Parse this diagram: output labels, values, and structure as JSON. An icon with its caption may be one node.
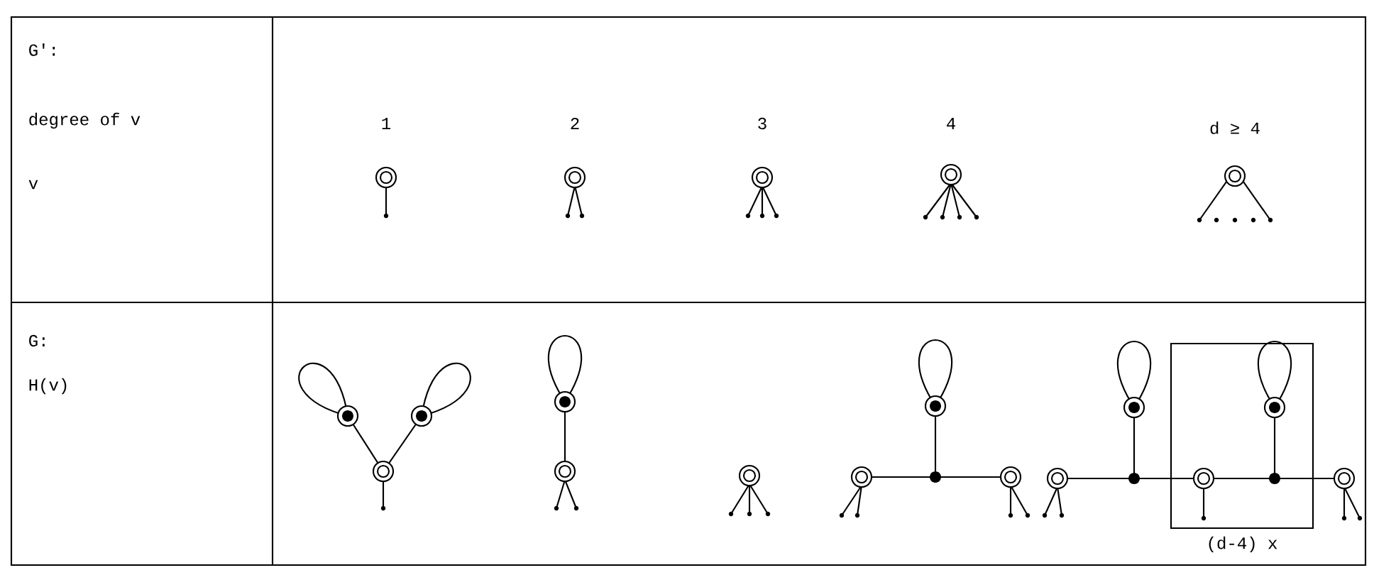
{
  "diagram": {
    "nodes": [
      {
        "text": [
          "(d-4) x"
        ]
      }
    ],
    "labels": [
      "G':",
      "degree of v",
      "1",
      "2",
      "3",
      "4",
      "d ≥ 4",
      "v",
      "G:",
      "H(v)"
    ]
  }
}
